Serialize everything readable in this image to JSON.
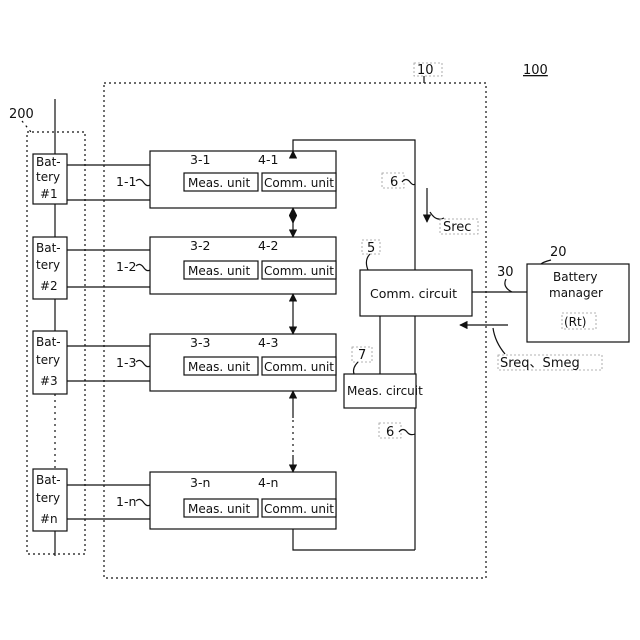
{
  "labels": {
    "ref_100": "100",
    "ref_10": "10",
    "ref_200": "200",
    "ref_20": "20",
    "ref_30": "30",
    "ref_5": "5",
    "ref_7": "7",
    "ref_6_top": "6",
    "ref_6_bottom": "6",
    "srec": "Srec",
    "sreq_smeg": "Sreq、Smeg"
  },
  "batteries": [
    {
      "line1": "Bat-",
      "line2": "tery",
      "line3": "#1"
    },
    {
      "line1": "Bat-",
      "line2": "tery",
      "line3": "#2"
    },
    {
      "line1": "Bat-",
      "line2": "tery",
      "line3": "#3"
    },
    {
      "line1": "Bat-",
      "line2": "tery",
      "line3": "#n"
    }
  ],
  "modules": [
    {
      "ref": "1-1",
      "meas_ref": "3-1",
      "comm_ref": "4-1",
      "meas": "Meas. unit",
      "comm": "Comm. unit"
    },
    {
      "ref": "1-2",
      "meas_ref": "3-2",
      "comm_ref": "4-2",
      "meas": "Meas. unit",
      "comm": "Comm. unit"
    },
    {
      "ref": "1-3",
      "meas_ref": "3-3",
      "comm_ref": "4-3",
      "meas": "Meas. unit",
      "comm": "Comm. unit"
    },
    {
      "ref": "1-n",
      "meas_ref": "3-n",
      "comm_ref": "4-n",
      "meas": "Meas. unit",
      "comm": "Comm. unit"
    }
  ],
  "comm_circuit": "Comm. circuit",
  "meas_circuit": "Meas. circuit",
  "battery_manager": {
    "line1": "Battery",
    "line2": "manager",
    "line3": "(Rt)"
  }
}
